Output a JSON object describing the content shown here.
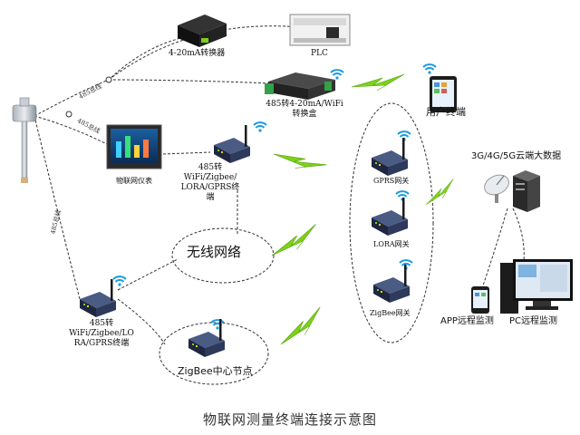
{
  "caption": "物联网测量终端连接示意图",
  "devices": {
    "converter_4_20": "4-20mA转换器",
    "plc": "PLC",
    "box_line1": "485转4-20mA/WiFi",
    "box_line2": "转换盒",
    "user_terminal": "用户终端",
    "meter": "物联网仪表",
    "term_top_1": "485转",
    "term_top_2": "WiFi/Zigbee/",
    "term_top_3": "LORA/GPRS终",
    "term_top_4": "端",
    "wireless_network": "无线网络",
    "term_bot_1": "485转",
    "term_bot_2": "WiFi/Zigbee/LO",
    "term_bot_3": "RA/GPRS终端",
    "zigbee_center": "ZigBee中心节点",
    "gprs_gateway": "GPRS网关",
    "lora_gateway": "LORA网关",
    "zigbee_gateway": "ZigBee网关",
    "cloud": "3G/4G/5G云端大数据",
    "app_monitor": "APP远程监测",
    "pc_monitor": "PC远程监测"
  },
  "bus_labels": {
    "bus_upper": "485总线",
    "bus_middle": "485总线",
    "bus_left": "485总线"
  },
  "colors": {
    "wifi": "#1a9be0",
    "lightning": "#7cd11a",
    "device_body": "#2e3a5c",
    "gateway_body": "#3a4a6e"
  }
}
